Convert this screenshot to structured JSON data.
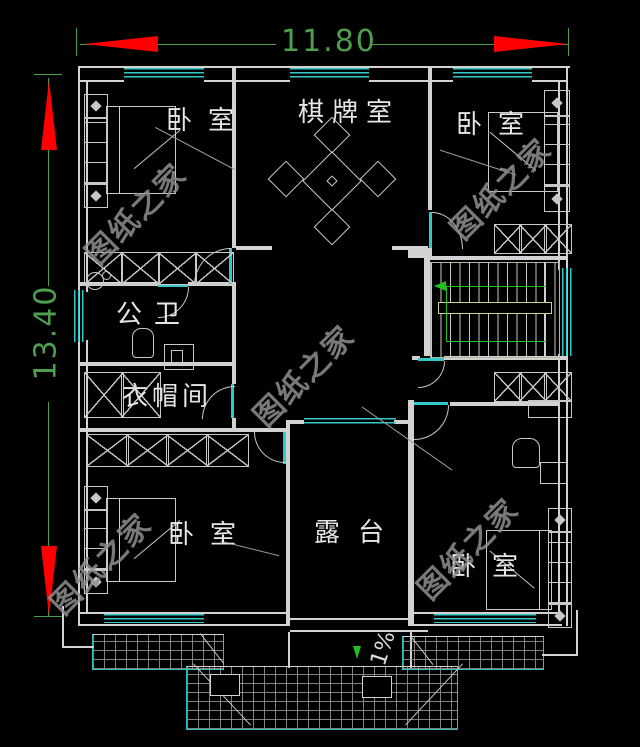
{
  "dimensions": {
    "width_label": "11.80",
    "height_label": "13.40"
  },
  "rooms": {
    "bedroom_top_left": {
      "label": "卧室"
    },
    "game_room": {
      "label": "棋牌室"
    },
    "bedroom_top_right": {
      "label": "卧室"
    },
    "bathroom": {
      "label": "公卫"
    },
    "cloakroom": {
      "label": "衣帽间"
    },
    "bedroom_bottom_left": {
      "label": "卧室"
    },
    "terrace": {
      "label": "露台"
    },
    "bedroom_bottom_right": {
      "label": "卧室"
    }
  },
  "annotations": {
    "roof_slope": "1%"
  },
  "watermark": {
    "text": "图纸之家"
  },
  "colors": {
    "background": "#000000",
    "wall": "#d2d2d2",
    "window": "#35c8c8",
    "dimension_text": "#4d9f4d",
    "dimension_arrow": "#ff0000",
    "stair_arrow": "#1fbf1f",
    "roof_hatch": "#8f8f8f",
    "roof_edge": "#2fbfbf",
    "watermark": "#8f8f8f"
  }
}
